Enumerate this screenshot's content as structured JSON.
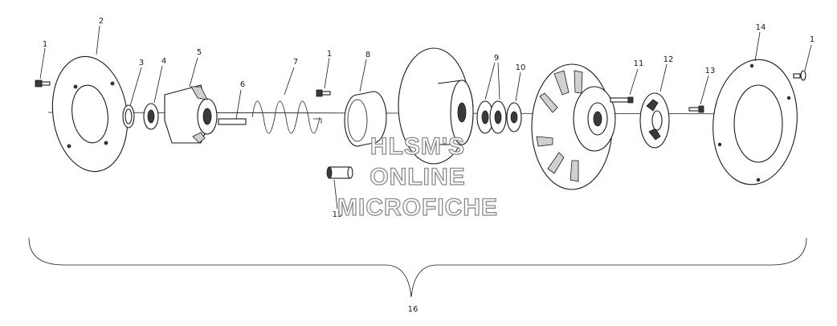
{
  "diagram": {
    "callouts": {
      "c1a": "1",
      "c2": "2",
      "c3": "3",
      "c4": "4",
      "c5": "5",
      "c6": "6",
      "c7": "7",
      "c1b": "1",
      "c8": "8",
      "c9": "9",
      "c10": "10",
      "c11": "11",
      "c12": "12",
      "c13": "13",
      "c14": "14",
      "c1c": "1",
      "c15": "15",
      "c16": "16"
    },
    "watermark": {
      "line1": "HLSM'S",
      "line2": "ONLINE",
      "line3": "MICROFICHE"
    }
  }
}
